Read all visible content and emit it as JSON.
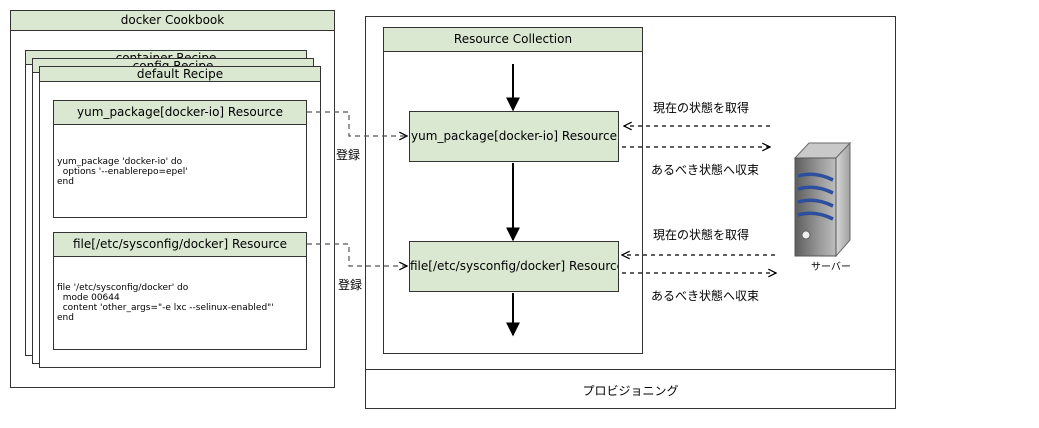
{
  "cookbook": {
    "title": "docker Cookbook",
    "recipes": [
      "container Recipe",
      "config Recipe",
      "default Recipe"
    ],
    "resources": [
      {
        "title": "yum_package[docker-io] Resource",
        "code": "yum_package 'docker-io' do\n  options '--enablerepo=epel'\nend"
      },
      {
        "title": "file[/etc/sysconfig/docker] Resource",
        "code": "file '/etc/sysconfig/docker' do\n  mode 00644\n  content 'other_args=\"-e lxc --selinux-enabled\"'\nend"
      }
    ]
  },
  "register_label": "登録",
  "collection": {
    "title": "Resource Collection",
    "items": [
      "yum_package[docker-io] Resource",
      "file[/etc/sysconfig/docker] Resource"
    ]
  },
  "provisioning_label": "プロビジョニング",
  "get_state_label": "現在の状態を取得",
  "converge_label": "あるべき状態へ収束",
  "server_label": "サーバー",
  "colors": {
    "header_fill": "#dae8d2",
    "border": "#333333",
    "server_body": "#8a8a8a",
    "server_stripe": "#2d4f9e"
  }
}
